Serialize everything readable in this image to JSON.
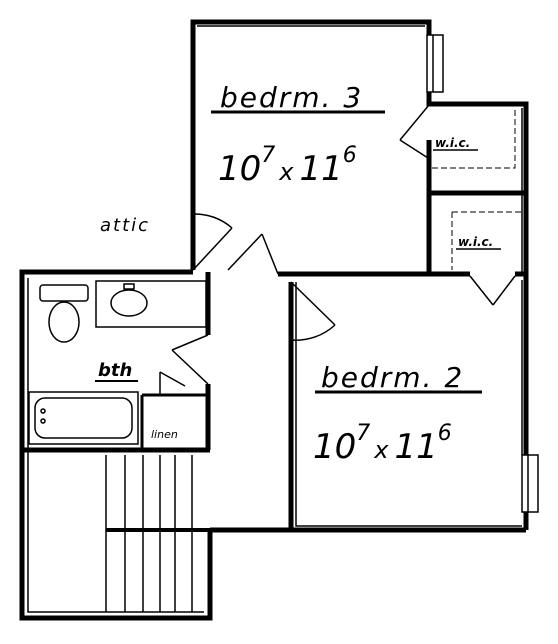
{
  "rooms": {
    "bedrm3": {
      "label": "bedrm. 3",
      "dim_w": "10",
      "dim_w_sup": "7",
      "dim_x": "x",
      "dim_h": "11",
      "dim_h_sup": "6"
    },
    "bedrm2": {
      "label": "bedrm. 2",
      "dim_w": "10",
      "dim_w_sup": "7",
      "dim_x": "x",
      "dim_h": "11",
      "dim_h_sup": "6"
    },
    "wic_top": {
      "label": "w.i.c."
    },
    "wic_mid": {
      "label": "w.i.c."
    },
    "bath": {
      "label": "bth"
    },
    "linen": {
      "label": "linen"
    },
    "attic": {
      "label": "attic"
    }
  }
}
